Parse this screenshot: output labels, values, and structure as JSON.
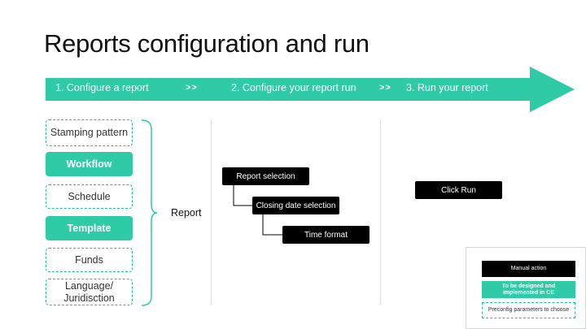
{
  "title": "Reports configuration and run",
  "steps": [
    {
      "label": "1. Configure a report"
    },
    {
      "label": "2. Configure your report run"
    },
    {
      "label": "3. Run your report"
    }
  ],
  "separator": ">>",
  "parameters": [
    {
      "label": "Stamping pattern",
      "style": "dashed"
    },
    {
      "label": "Workflow",
      "style": "filled"
    },
    {
      "label": "Schedule",
      "style": "dashed"
    },
    {
      "label": "Template",
      "style": "filled"
    },
    {
      "label": "Funds",
      "style": "dashed"
    },
    {
      "label": "Language/ Juridisction",
      "style": "dashed"
    }
  ],
  "report_label": "Report",
  "run_config_steps": [
    "Report selection",
    "Closing date selection",
    "Time format"
  ],
  "run_action": "Click Run",
  "legend": {
    "manual": "Manual action",
    "designed": "To be designed and implemented in CE",
    "preconfig": "Preconfig parameters to choose"
  },
  "colors": {
    "accent": "#2fcaa6",
    "dashed_border": "#1dbf9b",
    "action": "#000000"
  }
}
